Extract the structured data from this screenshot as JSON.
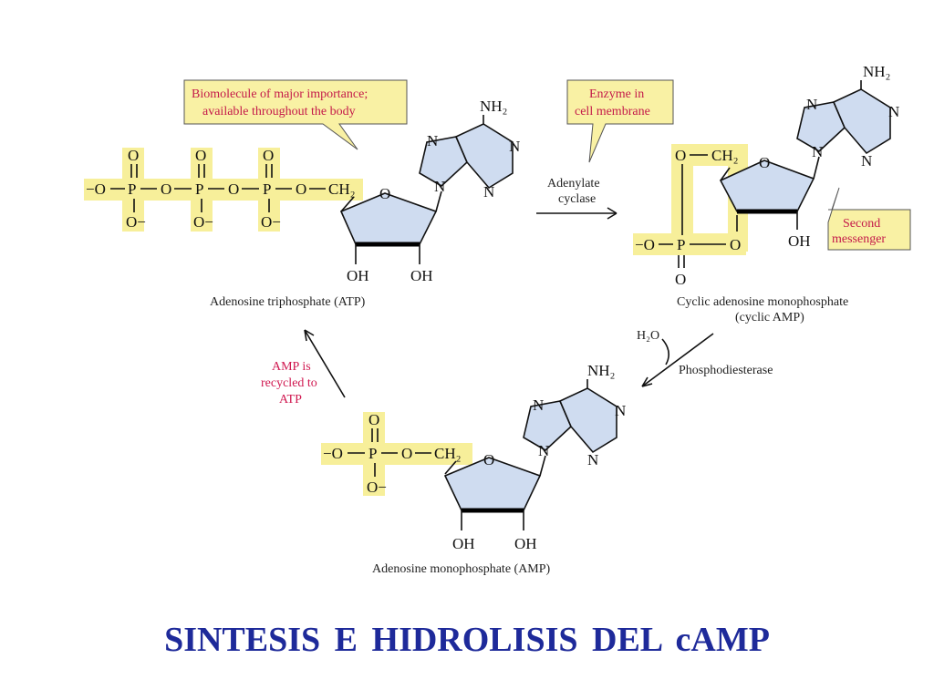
{
  "title": "SINTESIS  E  HIDROLISIS  DEL  cAMP",
  "atp": {
    "name": "Adenosine triphosphate (ATP)",
    "callout_line1": "Biomolecule of major importance;",
    "callout_line2": "available throughout the body",
    "chain_left": "−O—P—O—P—O—P—O—CH₂",
    "oh1": "OH",
    "oh2": "OH"
  },
  "camp": {
    "name_line1": "Cyclic adenosine monophosphate",
    "name_line2": "(cyclic AMP)",
    "callout_line1": "Second",
    "callout_line2": "messenger",
    "oh": "OH"
  },
  "amp": {
    "name": "Adenosine monophosphate (AMP)",
    "oh1": "OH",
    "oh2": "OH"
  },
  "enzyme_callout": {
    "line1": "Enzyme in",
    "line2": "cell membrane"
  },
  "arrow1": {
    "line1": "Adenylate",
    "line2": "cyclase"
  },
  "arrow2": {
    "water": "H₂O",
    "enzyme": "Phosphodiesterase"
  },
  "arrow3": {
    "line1": "AMP is",
    "line2": "recycled to",
    "line3": "ATP"
  },
  "atoms": {
    "N": "N",
    "O": "O",
    "P": "P",
    "NH2": "NH₂",
    "CH2": "CH₂",
    "Ominus": "O−",
    "minusO": "−O"
  }
}
